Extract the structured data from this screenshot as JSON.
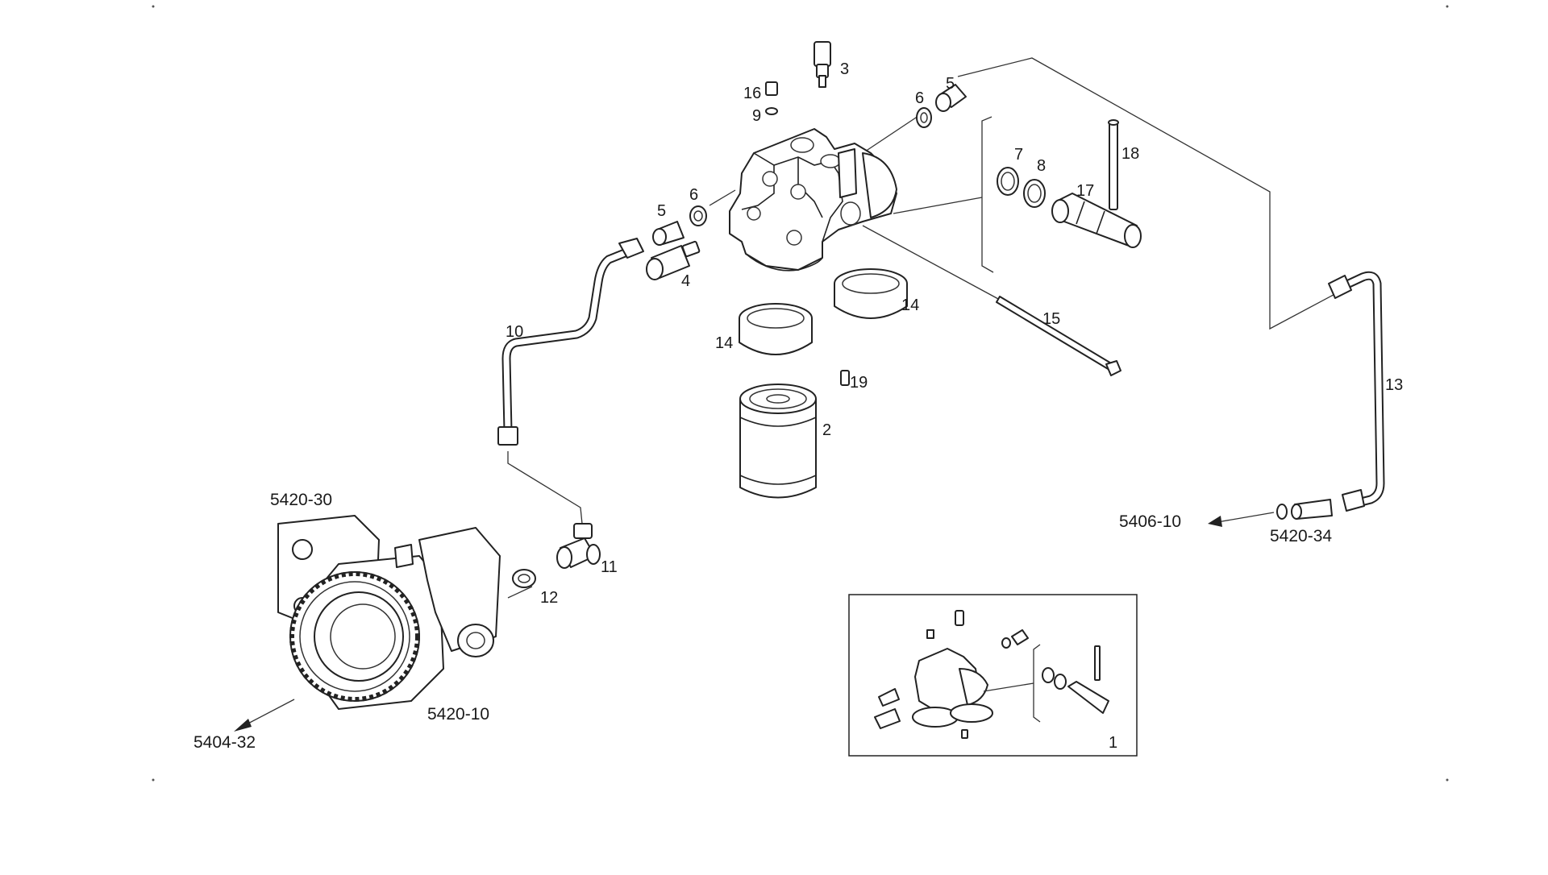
{
  "labels": {
    "p1": "1",
    "p2": "2",
    "p3": "3",
    "p4": "4",
    "p5a": "5",
    "p5b": "5",
    "p6a": "6",
    "p6b": "6",
    "p7": "7",
    "p8": "8",
    "p9": "9",
    "p10": "10",
    "p11": "11",
    "p12": "12",
    "p13": "13",
    "p14a": "14",
    "p14b": "14",
    "p15": "15",
    "p16": "16",
    "p17": "17",
    "p18": "18",
    "p19": "19"
  },
  "references": {
    "r542030": "5420-30",
    "r542010": "5420-10",
    "r540432": "5404-32",
    "r540610": "5406-10",
    "r542034": "5420-34"
  },
  "colors": {
    "line": "#222222",
    "text": "#1a1a1a",
    "background": "#ffffff"
  }
}
